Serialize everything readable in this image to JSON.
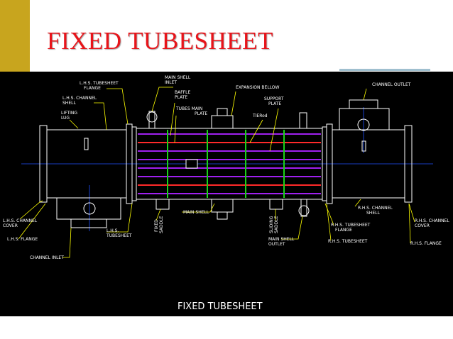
{
  "slide": {
    "title": "FIXED TUBESHEET",
    "colors": {
      "accent": "#c8a51e",
      "title": "#e8141a",
      "drawing_bg": "#000000",
      "tube_red": "#ff2a2a",
      "tube_violet": "#a020f0",
      "baffle_green": "#19d219",
      "leader_yellow": "#ffff00",
      "centerline_blue": "#2050ff"
    }
  },
  "diagram": {
    "caption": "FIXED TUBESHEET",
    "labels": {
      "lhs_tubesheet_flange": [
        "L.H.S. TUBESHEET",
        "FLANGE"
      ],
      "main_shell_inlet": [
        "MAIN SHELL",
        "INLET"
      ],
      "baffle_plate": [
        "BAFFLE",
        "PLATE"
      ],
      "lhs_channel_shell": [
        "L.H.S. CHANNEL",
        "SHELL"
      ],
      "lifting_lug": [
        "LIFTING",
        "LUG"
      ],
      "tubes": [
        "TUBES MAIN",
        "PLATE"
      ],
      "expansion_bellow": "EXPANSION BELLOW",
      "support_plate": [
        "SUPPORT",
        "PLATE"
      ],
      "tierod": "TIERod",
      "channel_outlet": "CHANNEL OUTLET",
      "lhs_channel_cover": [
        "L.H.S. CHANNEL",
        "COVER"
      ],
      "lhs_flange": "L.H.S. FLANGE",
      "channel_inlet": "CHANNEL INLET",
      "lhs_tubesheet": [
        "L.H.S.",
        "TUBESHEET"
      ],
      "fixed_saddle": [
        "FIXED",
        "SADDLE"
      ],
      "main_shell": "MAIN SHELL",
      "sliding_saddle": [
        "SLIDING",
        "SADDLE"
      ],
      "main_shell_outlet": [
        "MAIN SHELL",
        "OUTLET"
      ],
      "rhs_tubesheet_flange": [
        "R.H.S. TUBESHEET",
        "FLANGE"
      ],
      "rhs_tubesheet": "R.H.S. TUBESHEET",
      "rhs_channel_shell": [
        "R.H.S. CHANNEL",
        "SHELL"
      ],
      "rhs_channel_cover": [
        "R.H.S. CHANNEL",
        "COVER"
      ],
      "rhs_flange": "R.H.S. FLANGE"
    }
  }
}
